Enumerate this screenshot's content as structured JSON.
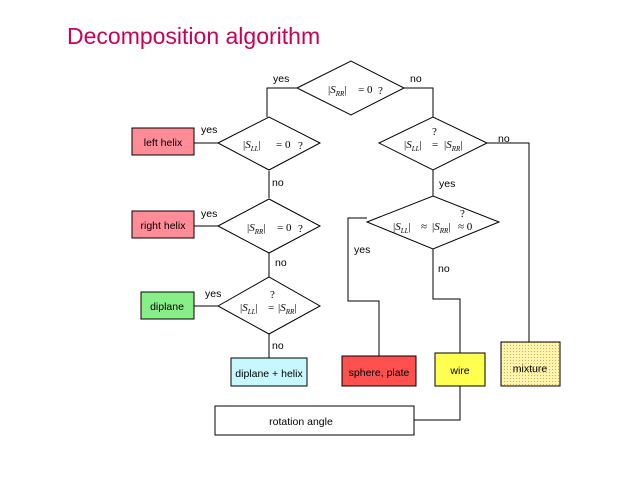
{
  "title": "Decomposition algorithm",
  "labels": {
    "yes": "yes",
    "no": "no",
    "q": "?"
  },
  "decisions": {
    "d1": {
      "sym": "S",
      "sub": "RR",
      "rhs": "= 0"
    },
    "d2": {
      "sym": "S",
      "sub": "LL",
      "rhs": "= 0"
    },
    "d3": {
      "sym": "S",
      "sub": "RR",
      "rhs": "= 0"
    },
    "d4": {
      "symA": "S",
      "subA": "LL",
      "op": "=",
      "symB": "S",
      "subB": "RR"
    },
    "d5": {
      "symA": "S",
      "subA": "LL",
      "op": "=",
      "symB": "S",
      "subB": "RR"
    },
    "d6": {
      "symA": "S",
      "subA": "LL",
      "op1": "≈",
      "symB": "S",
      "subB": "RR",
      "rhs": "≈ 0"
    }
  },
  "results": {
    "left_helix": {
      "label": "left helix",
      "color": "#ff8c96"
    },
    "right_helix": {
      "label": "right helix",
      "color": "#ff8c96"
    },
    "diplane": {
      "label": "diplane",
      "color": "#88ee88"
    },
    "diplane_helix": {
      "label": "diplane + helix",
      "color": "#c8f8ff"
    },
    "sphere_plate": {
      "label": "sphere, plate",
      "color": "#ff5050"
    },
    "wire": {
      "label": "wire",
      "color": "#ffff50"
    },
    "mixture": {
      "label": "mixture",
      "color": "#fff0a0"
    },
    "rotation_angle": {
      "label": "rotation angle",
      "color": "#ffffff"
    }
  }
}
